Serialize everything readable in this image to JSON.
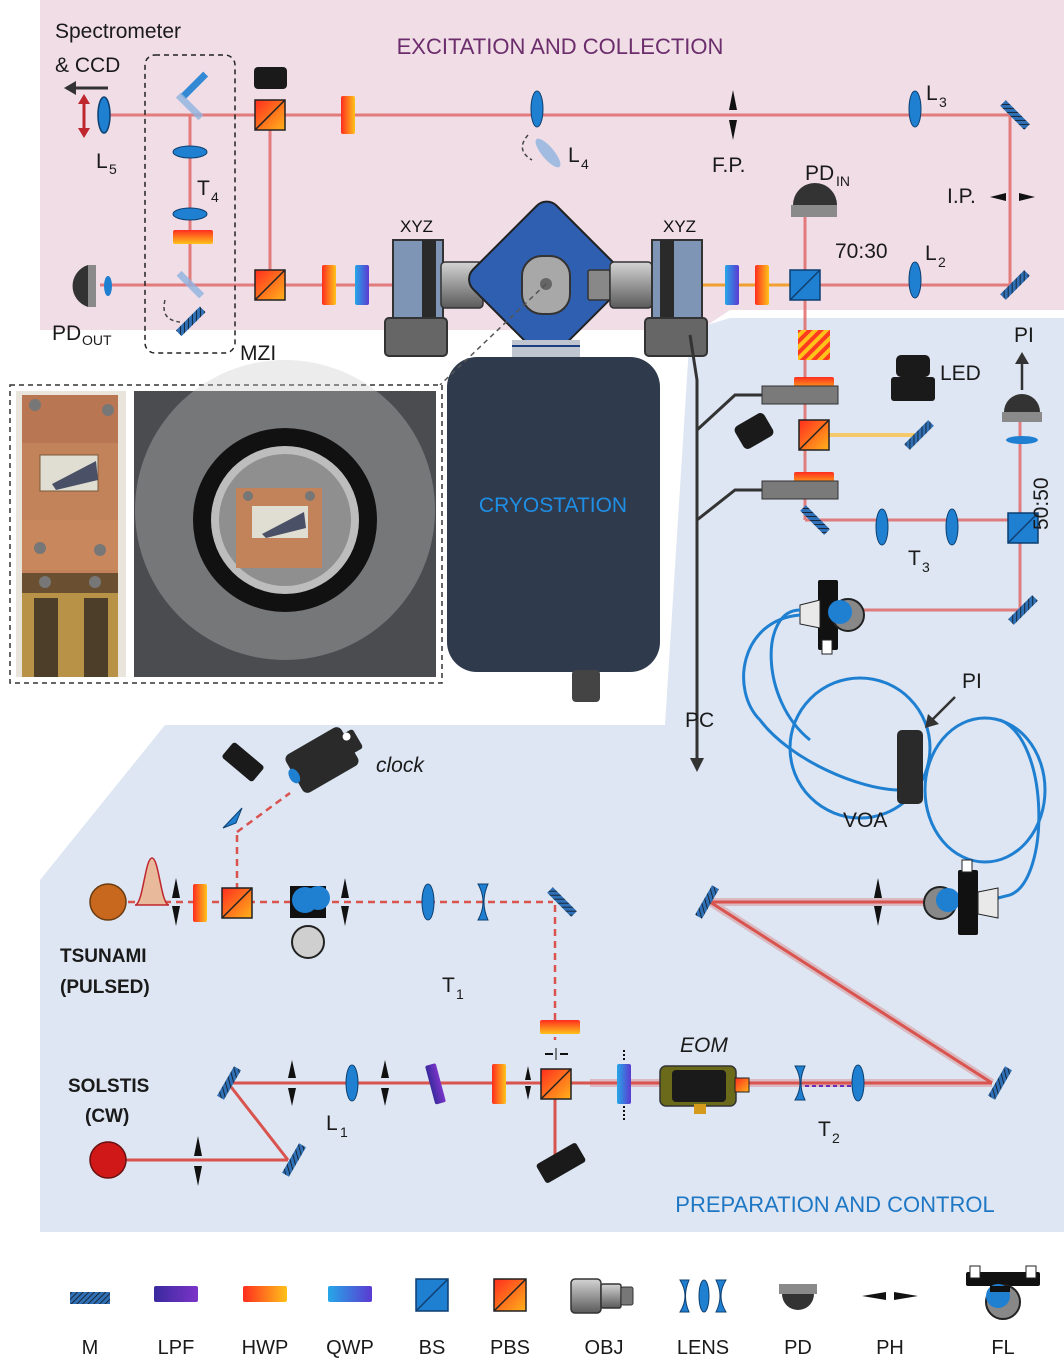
{
  "regions": {
    "excitation_title": "EXCITATION AND COLLECTION",
    "preparation_title": "PREPARATION AND CONTROL",
    "cryostation": "CRYOSTATION"
  },
  "labels": {
    "spectrometer": "Spectrometer",
    "ccd": "& CCD",
    "L5": "L",
    "L5_sub": "5",
    "T4": "T",
    "T4_sub": "4",
    "L4": "L",
    "L4_sub": "4",
    "FP": "F.P.",
    "L3": "L",
    "L3_sub": "3",
    "PDIN": "PD",
    "PDIN_sub": "IN",
    "IP": "I.P.",
    "ratio_70_30": "70:30",
    "L2": "L",
    "L2_sub": "2",
    "xyz_left": "XYZ",
    "xyz_right": "XYZ",
    "PDOUT": "PD",
    "PDOUT_sub": "OUT",
    "MZI": "MZI",
    "PI_top": "PI",
    "LED": "LED",
    "ratio_50_50": "50:50",
    "T3": "T",
    "T3_sub": "3",
    "PC": "PC",
    "PI_mid": "PI",
    "VOA": "VOA",
    "clock": "clock",
    "tsunami": "TSUNAMI",
    "pulsed": "(PULSED)",
    "T1": "T",
    "T1_sub": "1",
    "solstis": "SOLSTIS",
    "cw": "(CW)",
    "L1": "L",
    "L1_sub": "1",
    "EOM": "EOM",
    "T2": "T",
    "T2_sub": "2"
  },
  "legend": [
    {
      "abbr": "M",
      "icon": "mirror-icon"
    },
    {
      "abbr": "LPF",
      "icon": "long-pass-filter-icon"
    },
    {
      "abbr": "HWP",
      "icon": "half-wave-plate-icon"
    },
    {
      "abbr": "QWP",
      "icon": "quarter-wave-plate-icon"
    },
    {
      "abbr": "BS",
      "icon": "beam-splitter-icon"
    },
    {
      "abbr": "PBS",
      "icon": "polarizing-beam-splitter-icon"
    },
    {
      "abbr": "OBJ",
      "icon": "objective-icon"
    },
    {
      "abbr": "LENS",
      "icon": "lens-icon"
    },
    {
      "abbr": "PD",
      "icon": "photodiode-icon"
    },
    {
      "abbr": "PH",
      "icon": "pinhole-icon"
    },
    {
      "abbr": "FL",
      "icon": "fiber-launcher-icon"
    }
  ],
  "colors": {
    "excitation_bg": "#f0dde6",
    "preparation_bg": "#dde6f2",
    "beam_red": "#d9534f",
    "fiber_blue": "#1f7fd1",
    "cryostat_dark": "#2f3a4d",
    "region_title_purple": "#6b2d6b",
    "region_title_blue": "#1f77c4"
  }
}
